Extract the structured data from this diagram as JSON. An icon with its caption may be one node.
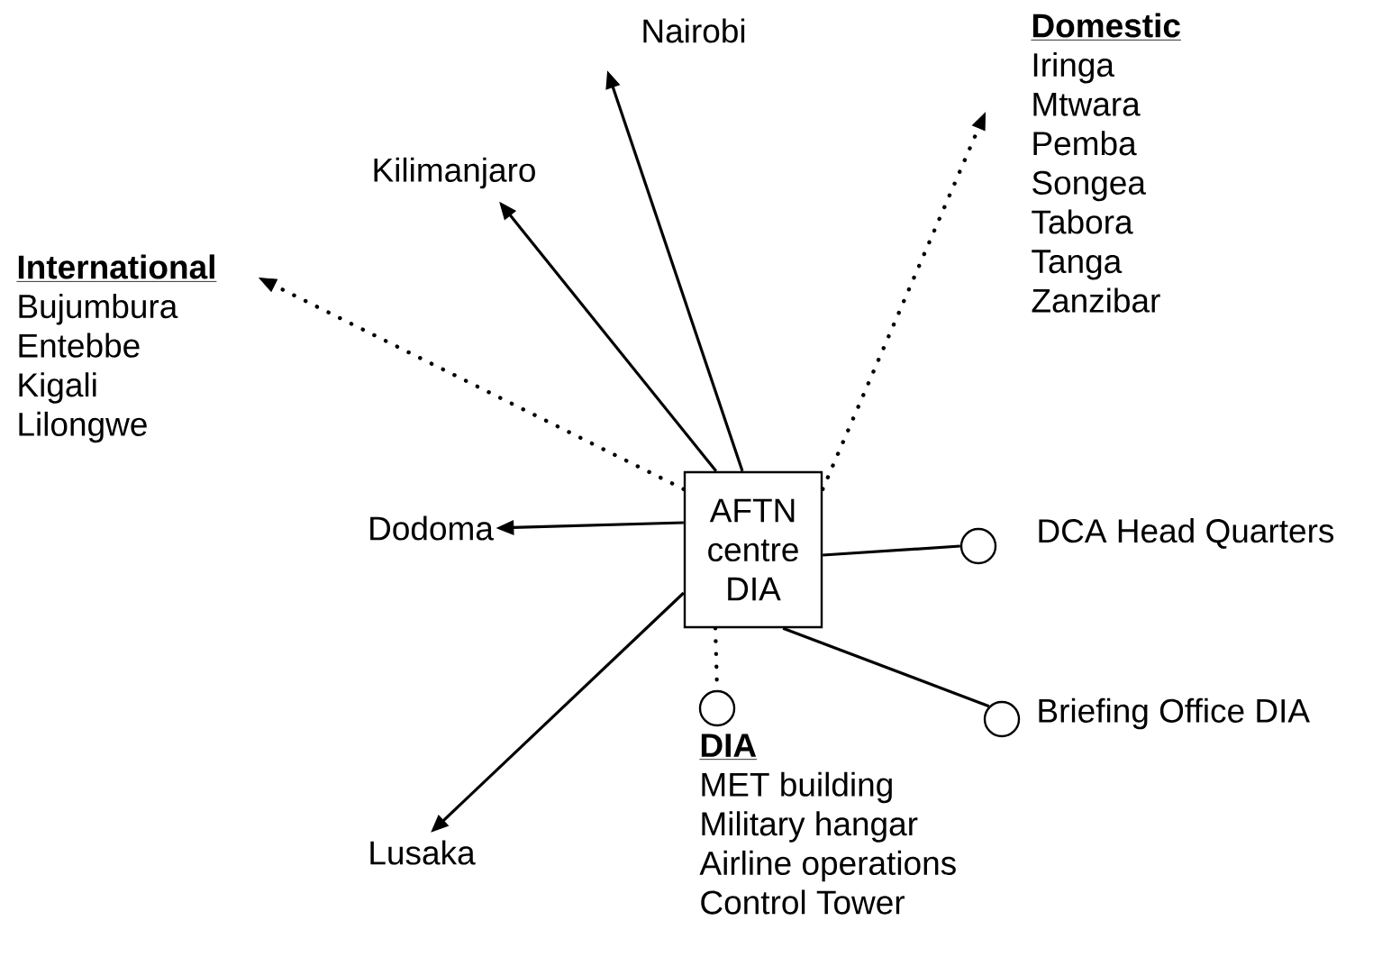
{
  "diagram": {
    "nodes": [
      {
        "text": [
          "AFTN centre DIA"
        ]
      },
      {
        "text": [
          "Nairobi"
        ]
      },
      {
        "text": [
          "Kilimanjaro"
        ]
      },
      {
        "text": [
          "International",
          "Bujumbura",
          "Entebbe",
          "Kigali",
          "Lilongwe"
        ]
      },
      {
        "text": [
          "Domestic",
          "Iringa",
          "Mtwara",
          "Pemba",
          "Songea",
          "Tabora",
          "Tanga",
          "Zanzibar"
        ]
      },
      {
        "text": [
          "Dodoma"
        ]
      },
      {
        "text": [],
        "shape": "circle",
        "beside": [
          "DCA Head Quarters"
        ]
      },
      {
        "text": [],
        "shape": "circle",
        "beside": [
          "DIA",
          "MET building",
          "Military hangar",
          "Airline operations",
          "Control Tower"
        ]
      },
      {
        "text": [],
        "shape": "circle",
        "beside": [
          "Briefing Office DIA"
        ]
      },
      {
        "text": [
          "Lusaka"
        ]
      }
    ],
    "edges": [
      {
        "from": 0,
        "to": 1,
        "arrow": "to"
      },
      {
        "from": 0,
        "to": 2,
        "arrow": "to"
      },
      {
        "from": 0,
        "to": 3,
        "arrow": "to",
        "style": "dashed"
      },
      {
        "from": 0,
        "to": 4,
        "arrow": "to",
        "style": "dashed"
      },
      {
        "from": 0,
        "to": 5,
        "arrow": "to"
      },
      {
        "from": 0,
        "to": 6,
        "arrow": "none"
      },
      {
        "from": 0,
        "to": 7,
        "arrow": "none",
        "style": "dashed"
      },
      {
        "from": 0,
        "to": 8,
        "arrow": "none"
      },
      {
        "from": 0,
        "to": 9,
        "arrow": "to"
      }
    ]
  }
}
